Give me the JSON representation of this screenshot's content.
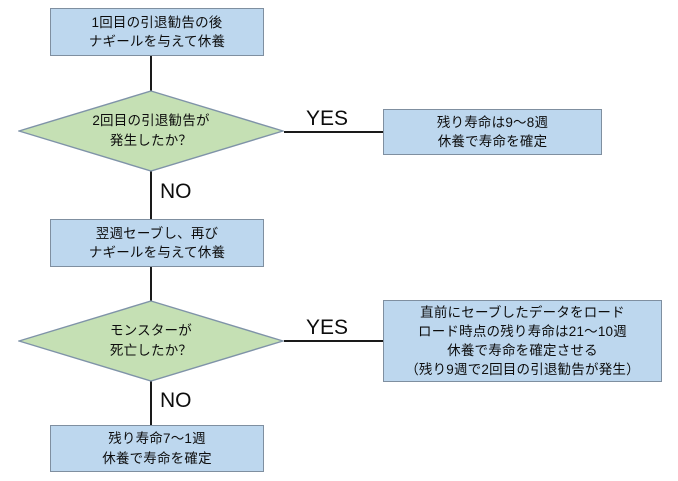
{
  "diagram": {
    "type": "flowchart",
    "title": "",
    "colors": {
      "process_fill": "#bdd7ee",
      "process_border": "#7f8fa0",
      "decision_fill": "#c5e0b4",
      "decision_border": "#7f93a8",
      "connector": "#1a1a1a",
      "text": "#0d0d0d",
      "background": "#ffffff"
    },
    "nodes": {
      "start_box": {
        "shape": "process",
        "lines": [
          "1回目の引退勧告の後",
          "ナギールを与えて休養"
        ]
      },
      "decision_1": {
        "shape": "decision",
        "lines": [
          "2回目の引退勧告が",
          "発生したか？"
        ]
      },
      "result_box_1": {
        "shape": "process",
        "lines": [
          "残り寿命は9〜8週",
          "休養で寿命を確定"
        ]
      },
      "save_box": {
        "shape": "process",
        "lines": [
          "翌週セーブし、再び",
          "ナギールを与えて休養"
        ]
      },
      "decision_2": {
        "shape": "decision",
        "lines": [
          "モンスターが",
          "死亡したか？"
        ]
      },
      "result_box_2": {
        "shape": "process",
        "lines": [
          "直前にセーブしたデータをロード",
          "ロード時点の残り寿命は21〜10週",
          "休養で寿命を確定させる",
          "（残り9週で2回目の引退勧告が発生）"
        ]
      },
      "result_box_3": {
        "shape": "process",
        "lines": [
          "残り寿命7〜1週",
          "休養で寿命を確定"
        ]
      }
    },
    "edges": {
      "decision_1_yes": "YES",
      "decision_1_no": "NO",
      "decision_2_yes": "YES",
      "decision_2_no": "NO"
    }
  }
}
